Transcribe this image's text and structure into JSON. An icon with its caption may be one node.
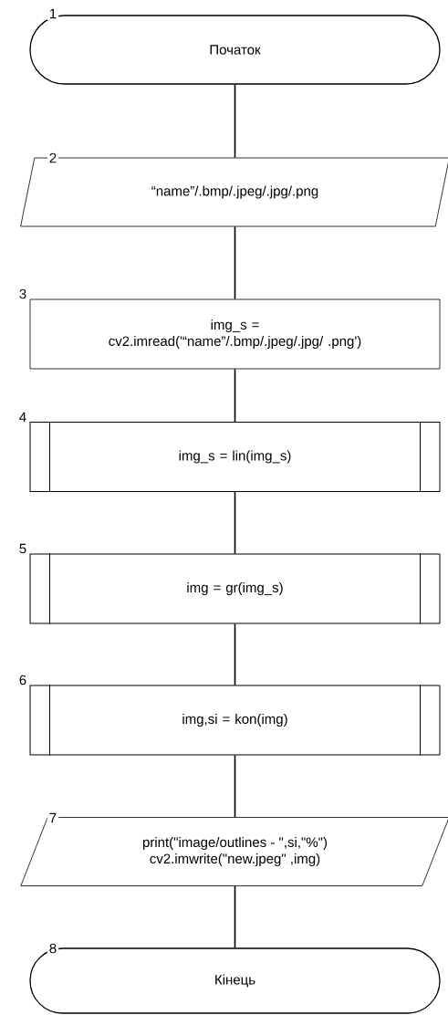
{
  "diagram": {
    "nodes": [
      {
        "text": [
          "Початок"
        ],
        "beside": [
          "1"
        ]
      },
      {
        "text": [
          "“name”/.bmp/.jpeg/.jpg/.png"
        ],
        "beside": [
          "2"
        ]
      },
      {
        "text": [
          "img_s = cv2.imread('“name”/.bmp/.jpeg/.jpg/ .png')"
        ],
        "beside": [
          "3"
        ]
      },
      {
        "text": [
          "img_s = lin(img_s)"
        ],
        "beside": [
          "4"
        ]
      },
      {
        "text": [
          "img = gr(img_s)"
        ],
        "beside": [
          "5"
        ]
      },
      {
        "text": [
          "img,si = kon(img)"
        ],
        "beside": [
          "6"
        ]
      },
      {
        "text": [
          "print(\"image/outlines - \",si,\"%\")",
          "cv2.imwrite(\"new.jpeg\" ,img)"
        ],
        "beside": [
          "7"
        ]
      },
      {
        "text": [
          "Кінець"
        ],
        "beside": [
          "8"
        ]
      }
    ],
    "edges": [
      {
        "from": 0,
        "to": 1,
        "arrow": "none"
      },
      {
        "from": 1,
        "to": 2,
        "arrow": "none"
      },
      {
        "from": 2,
        "to": 3,
        "arrow": "none"
      },
      {
        "from": 3,
        "to": 4,
        "arrow": "none"
      },
      {
        "from": 4,
        "to": 5,
        "arrow": "none"
      },
      {
        "from": 5,
        "to": 6,
        "arrow": "none"
      },
      {
        "from": 6,
        "to": 7,
        "arrow": "none"
      }
    ]
  }
}
